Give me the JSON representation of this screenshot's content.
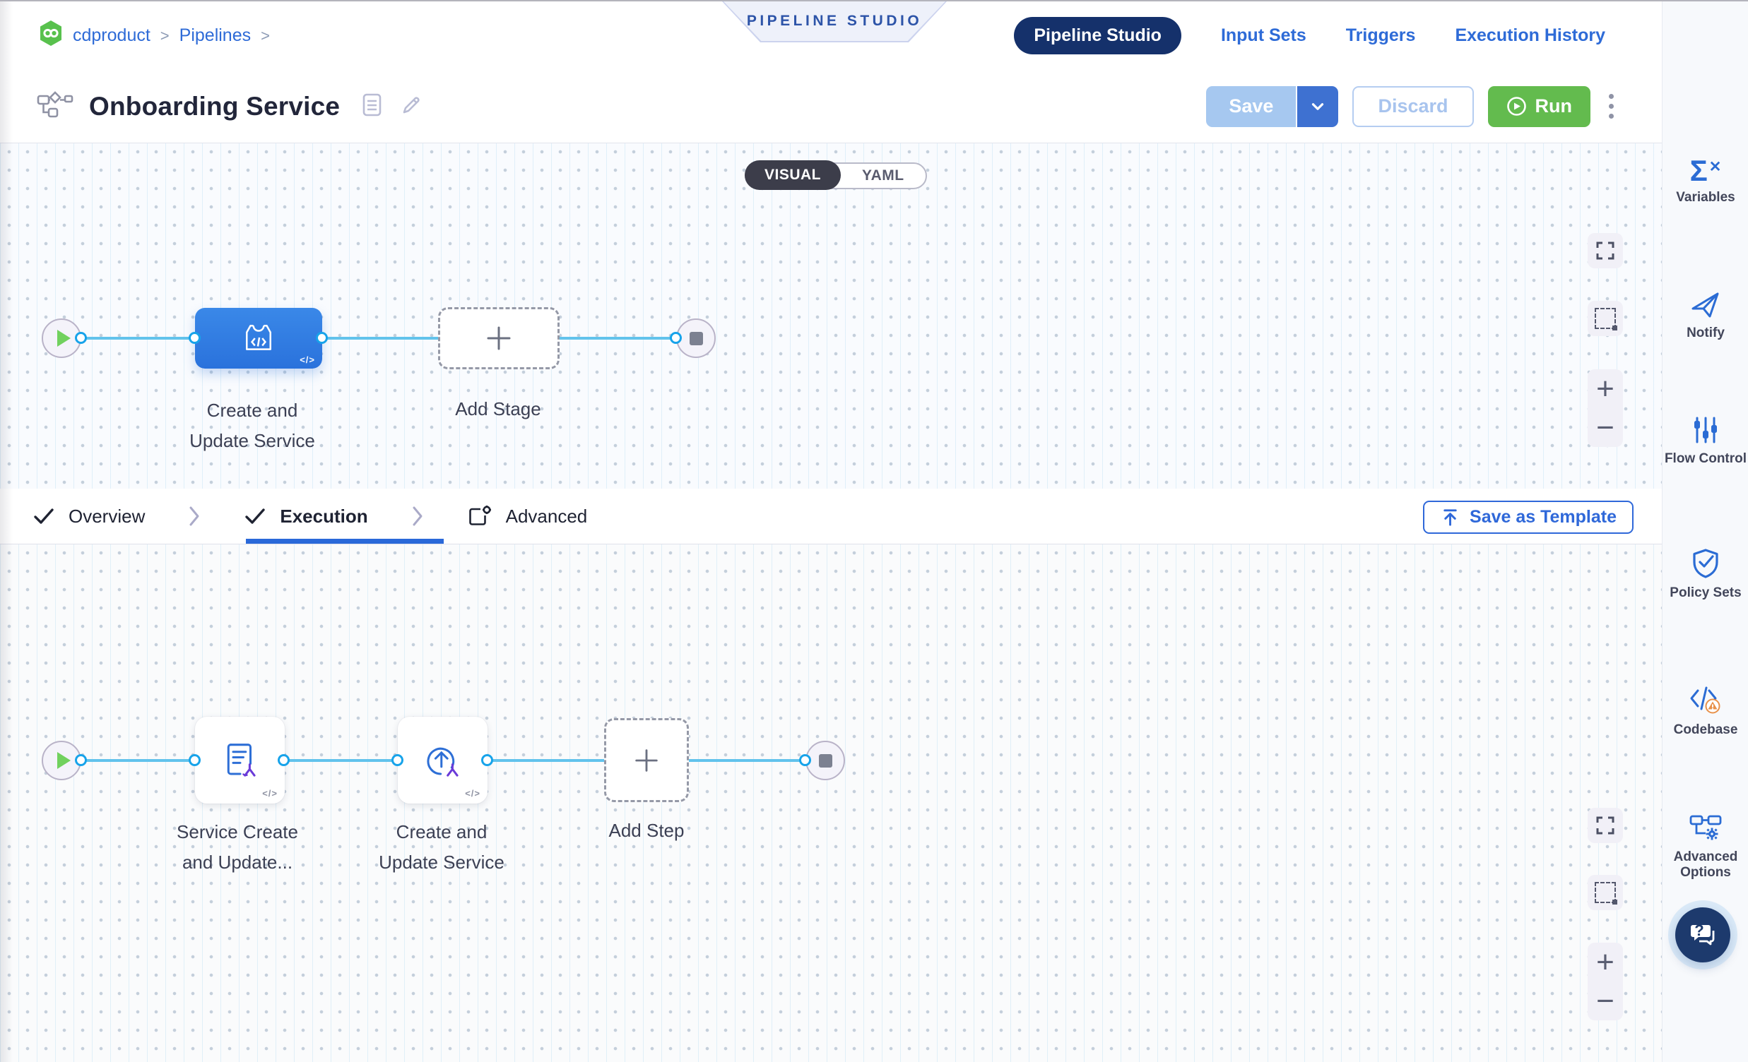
{
  "breadcrumb": {
    "project": "cdproduct",
    "separator": ">",
    "section": "Pipelines"
  },
  "banner": {
    "label": "PIPELINE STUDIO"
  },
  "top_nav": {
    "items": [
      {
        "label": "Pipeline Studio",
        "active": true
      },
      {
        "label": "Input Sets"
      },
      {
        "label": "Triggers"
      },
      {
        "label": "Execution History"
      }
    ]
  },
  "toolbar": {
    "title": "Onboarding Service",
    "toggle": {
      "visual": "VISUAL",
      "yaml": "YAML"
    },
    "save_label": "Save",
    "discard_label": "Discard",
    "run_label": "Run"
  },
  "stage_canvas": {
    "stage_label_line1": "Create and",
    "stage_label_line2": "Update Service",
    "add_stage_label": "Add Stage",
    "code_badge": "</>"
  },
  "tab_bar": {
    "tabs": [
      {
        "label": "Overview",
        "checked": true
      },
      {
        "label": "Execution",
        "checked": true,
        "active": true
      },
      {
        "label": "Advanced"
      }
    ],
    "save_as_template_label": "Save as Template"
  },
  "step_canvas": {
    "step1_label_line1": "Service Create",
    "step1_label_line2": "and Update...",
    "step2_label_line1": "Create and",
    "step2_label_line2": "Update Service",
    "add_step_label": "Add Step",
    "code_badge": "</>"
  },
  "sidebar": {
    "items": [
      {
        "label": "Variables"
      },
      {
        "label": "Notify"
      },
      {
        "label": "Flow Control"
      },
      {
        "label": "Policy Sets"
      },
      {
        "label": "Codebase"
      },
      {
        "label": "Advanced Options"
      }
    ]
  },
  "zoom_controls": {
    "plus": "+",
    "minus": "−"
  },
  "icons": {
    "variables_sigma": "Σ",
    "variables_x": "✕",
    "help_question": "?"
  },
  "colors": {
    "accent_blue": "#2e6bd7",
    "navy_pill": "#15316b",
    "stage_blue": "#2e7de2",
    "run_green": "#63bb4e",
    "connector_blue": "#62c3ec",
    "banner_text": "#2d54a8",
    "warning_orange": "#e8914a"
  }
}
